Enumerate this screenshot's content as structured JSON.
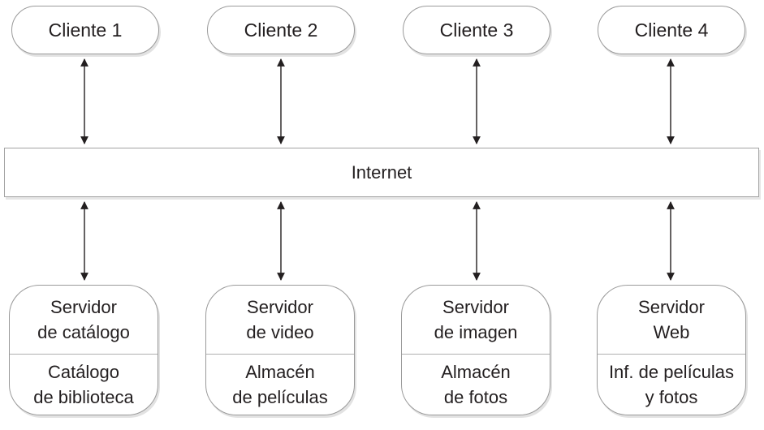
{
  "clients": [
    "Cliente 1",
    "Cliente 2",
    "Cliente 3",
    "Cliente 4"
  ],
  "network": {
    "label": "Internet"
  },
  "servers": [
    {
      "name": "Servidor\nde catálogo",
      "store": "Catálogo\nde biblioteca"
    },
    {
      "name": "Servidor\nde video",
      "store": "Almacén\nde películas"
    },
    {
      "name": "Servidor\nde imagen",
      "store": "Almacén\nde fotos"
    },
    {
      "name": "Servidor\nWeb",
      "store": "Inf. de películas\ny fotos"
    }
  ]
}
